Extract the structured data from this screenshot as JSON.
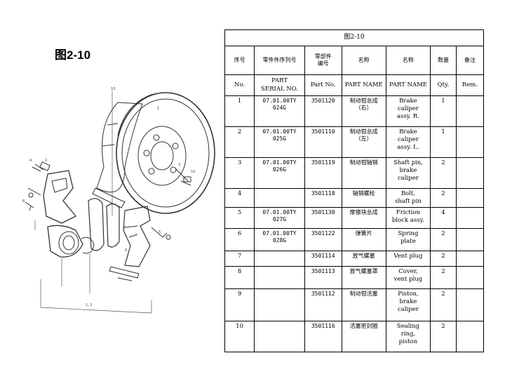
{
  "figure_label": "图2-10",
  "table": {
    "caption": "图2-10",
    "headers_cn": [
      "序号",
      "零件件序列号",
      "零部件\n编号",
      "名称",
      "名称",
      "数量",
      "备注"
    ],
    "headers_en": [
      "No.",
      "PART\nSERIAL NO.",
      "Part No.",
      "PART NAME",
      "PART NAME",
      "Qty.",
      "Rem."
    ],
    "rows": [
      {
        "no": "1",
        "serial": "07.01.00TY\n024G",
        "part": "3501120",
        "name_cn": "制动钳总成\n（右）",
        "name_en": "Brake\ncaliper\nassy. R.",
        "qty": "1",
        "rem": ""
      },
      {
        "no": "2",
        "serial": "07.01.00TY\n025G",
        "part": "3501110",
        "name_cn": "制动钳总成\n（左）",
        "name_en": "Brake\ncaliper\nassy. L.",
        "qty": "1",
        "rem": ""
      },
      {
        "no": "3",
        "serial": "07.01.00TY\n026G",
        "part": "3501119",
        "name_cn": "制动钳轴销",
        "name_en": "Shaft pin,\nbrake\ncaliper",
        "qty": "2",
        "rem": ""
      },
      {
        "no": "4",
        "serial": "",
        "part": "3501118",
        "name_cn": "轴销螺栓",
        "name_en": "Bolt,\nshaft pin",
        "qty": "2",
        "rem": ""
      },
      {
        "no": "5",
        "serial": "07.01.00TY\n027G",
        "part": "3501130",
        "name_cn": "摩擦块总成",
        "name_en": "Friction\nblock assy.",
        "qty": "4",
        "rem": ""
      },
      {
        "no": "6",
        "serial": "07.01.00TY\n028G",
        "part": "3501122",
        "name_cn": "弹簧片",
        "name_en": "Spring\nplate",
        "qty": "2",
        "rem": ""
      },
      {
        "no": "7",
        "serial": "",
        "part": "3501114",
        "name_cn": "放气螺塞",
        "name_en": "Vent plug",
        "qty": "2",
        "rem": ""
      },
      {
        "no": "8",
        "serial": "",
        "part": "3501113",
        "name_cn": "放气螺塞罩",
        "name_en": "Cover,\nvent plug",
        "qty": "2",
        "rem": ""
      },
      {
        "no": "9",
        "serial": "",
        "part": "3501112",
        "name_cn": "制动钳活塞",
        "name_en": "Piston,\nbrake\ncaliper",
        "qty": "2",
        "rem": ""
      },
      {
        "no": "10",
        "serial": "",
        "part": "3501116",
        "name_cn": "活塞密封圈",
        "name_en": "Sealing\nring,\npiston",
        "qty": "2",
        "rem": ""
      }
    ]
  }
}
